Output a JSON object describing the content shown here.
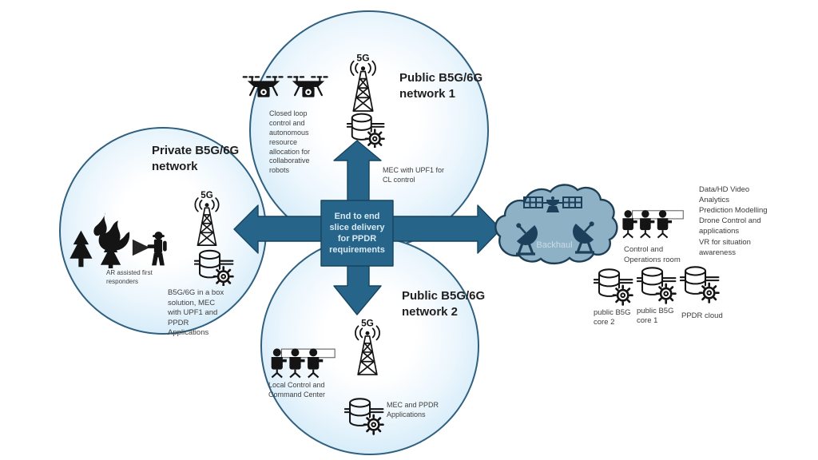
{
  "hub": {
    "label": "End to end slice delivery for PPDR requirements"
  },
  "networks": {
    "public1": {
      "title": "Public B5G/6G network 1",
      "tower_label": "5G",
      "drone_caption": "Closed loop control and autonomous resource allocation for collaborative robots",
      "mec_caption": "MEC with UPF1 for CL control"
    },
    "private": {
      "title": "Private B5G/6G network",
      "tower_label": "5G",
      "responders_caption": "AR assisted first responders",
      "mec_caption": "B5G/6G in a box solution, MEC with UPF1 and PPDR Applications"
    },
    "public2": {
      "title": "Public B5G/6G network 2",
      "tower_label": "5G",
      "control_caption": "Local Control and Command Center",
      "mec_caption": "MEC and PPDR Applications"
    }
  },
  "backhaul": {
    "label": "Backhaul"
  },
  "operations": {
    "control_room_caption": "Control and Operations room",
    "capabilities": [
      "Data/HD Video Analytics",
      "Prediction Modelling",
      "Drone Control and applications",
      "VR for situation awareness"
    ],
    "clouds": [
      {
        "label": "public B5G core 2"
      },
      {
        "label": "public B5G core 1"
      },
      {
        "label": "PPDR cloud"
      }
    ]
  },
  "colors": {
    "arrow": "#26648a",
    "arrow_stroke": "#17445e",
    "circle_fill_edge": "#c2e1f5",
    "circle_stroke": "#30607f",
    "cloud_fill": "#8fb1c5",
    "cloud_stroke": "#1e3e55",
    "dish_navy": "#1c405c",
    "icon_black": "#141414"
  }
}
